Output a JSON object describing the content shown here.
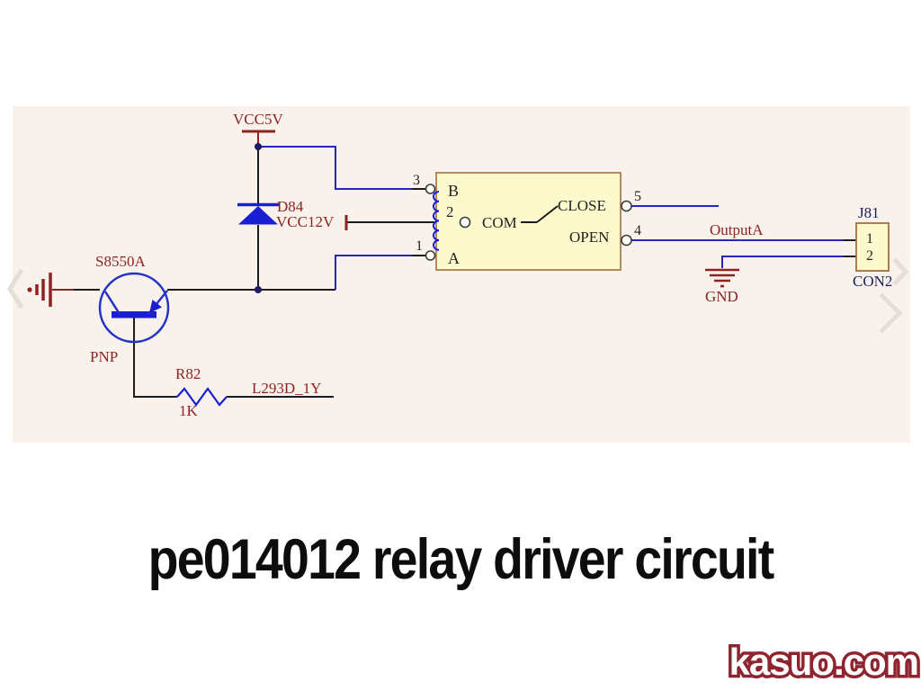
{
  "title": "pe014012 relay driver circuit",
  "watermark": "kasuo.com",
  "colors": {
    "wire_blue": "#2626b8",
    "symbol_blue": "#1b1fd4",
    "maroon_text": "#8e2321",
    "navy_text": "#1c2260",
    "wire_black": "#1c1c1c",
    "relay_fill": "#fcf9cc",
    "relay_border": "#a2703f",
    "background_tint": "#f9f2ec",
    "watermark_outline": "#8e2430"
  },
  "labels": {
    "vcc5v": "VCC5V",
    "vcc12v": "VCC12V",
    "gnd": "GND",
    "transistor_ref": "S8550A",
    "transistor_type": "PNP",
    "diode_ref": "D84",
    "resistor_ref": "R82",
    "resistor_val": "1K",
    "net_l293d": "L293D_1Y",
    "net_output": "OutputA",
    "relay_b": "B",
    "relay_coil_pin": "2",
    "relay_a": "A",
    "relay_com": "COM",
    "relay_close": "CLOSE",
    "relay_open": "OPEN",
    "pin3": "3",
    "pin1": "1",
    "pin5": "5",
    "pin4": "4",
    "conn_ref": "J81",
    "conn_type": "CON2",
    "conn_pin1": "1",
    "conn_pin2": "2"
  }
}
